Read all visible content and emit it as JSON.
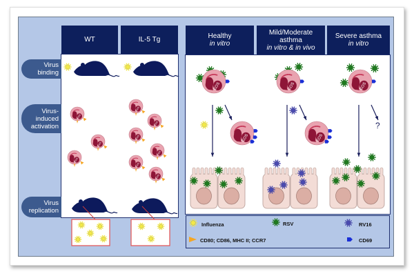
{
  "figure": {
    "left_columns": [
      {
        "label": "WT"
      },
      {
        "label": "IL-5 Tg"
      }
    ],
    "right_columns": [
      {
        "line1": "Healthy",
        "line2": "",
        "italic": "in vitro"
      },
      {
        "line1": "Mild/Moderate",
        "line2": "asthma",
        "italic": "in vitro & in vivo"
      },
      {
        "line1": "Severe asthma",
        "line2": "",
        "italic": "in vitro"
      }
    ],
    "row_labels": [
      {
        "lines": [
          "Virus",
          "binding"
        ]
      },
      {
        "lines": [
          "Virus-",
          "induced",
          "activation"
        ]
      },
      {
        "lines": [
          "Virus",
          "replication"
        ]
      }
    ],
    "cell_label": "EOS",
    "unknown_mark": "?",
    "legend": [
      {
        "icon": "influenza-virus-icon",
        "label": "Influenza",
        "color": "#f2e84a"
      },
      {
        "icon": "rsv-virus-icon",
        "label": "RSV",
        "color": "#1e7a1e"
      },
      {
        "icon": "rv16-virus-icon",
        "label": "RV16",
        "color": "#4a4ab0"
      },
      {
        "icon": "orange-receptor-icon",
        "label": "CD80; CD86, MHC II; CCR7",
        "color": "#f5a623"
      },
      {
        "icon": "blue-receptor-icon",
        "label": "CD69",
        "color": "#1a2fd6"
      }
    ],
    "colors": {
      "header_bg": "#0d1f5c",
      "frame_bg": "#b4c7e7",
      "pill_bg": "#3c5a8e",
      "mouse": "#0d1a5c",
      "eos_body": "#e9a3b0",
      "eos_nucleus": "#8e1537",
      "epithelium": "#f3dcd6",
      "zoom_box": "#e35a5a"
    }
  }
}
